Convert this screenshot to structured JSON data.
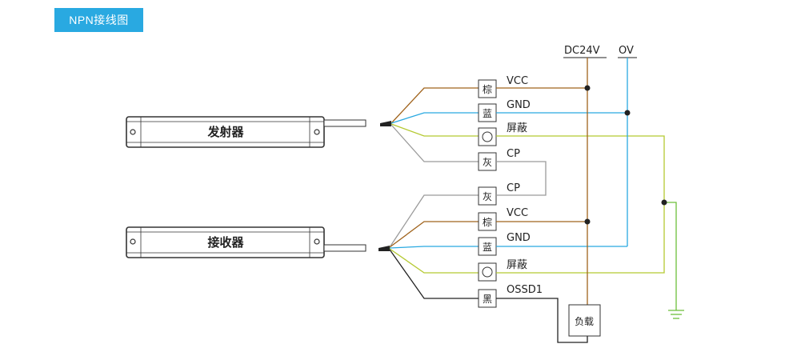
{
  "header": {
    "title": "NPN接线图"
  },
  "devices": [
    {
      "id": "emitter",
      "label": "发射器"
    },
    {
      "id": "receiver",
      "label": "接收器"
    }
  ],
  "power": {
    "positive": "DC24V",
    "negative": "OV"
  },
  "emitter_wires": [
    {
      "terminal": "棕",
      "signal": "VCC",
      "color": "#a0631c"
    },
    {
      "terminal": "蓝",
      "signal": "GND",
      "color": "#29a9e1"
    },
    {
      "terminal": "",
      "signal": "屏蔽",
      "color": "#b5c932"
    },
    {
      "terminal": "灰",
      "signal": "CP",
      "color": "#9a9a9a"
    }
  ],
  "receiver_wires": [
    {
      "terminal": "灰",
      "signal": "CP",
      "color": "#9a9a9a"
    },
    {
      "terminal": "棕",
      "signal": "VCC",
      "color": "#a0631c"
    },
    {
      "terminal": "蓝",
      "signal": "GND",
      "color": "#29a9e1"
    },
    {
      "terminal": "",
      "signal": "屏蔽",
      "color": "#b5c932"
    },
    {
      "terminal": "黑",
      "signal": "OSSD1",
      "color": "#222222"
    }
  ],
  "load": {
    "label": "负载"
  },
  "colors": {
    "accent": "#29a9e1",
    "brown": "#a0631c",
    "blue": "#29a9e1",
    "shield": "#b5c932",
    "gray": "#9a9a9a",
    "black": "#222222",
    "ground": "#6dbf3b"
  }
}
